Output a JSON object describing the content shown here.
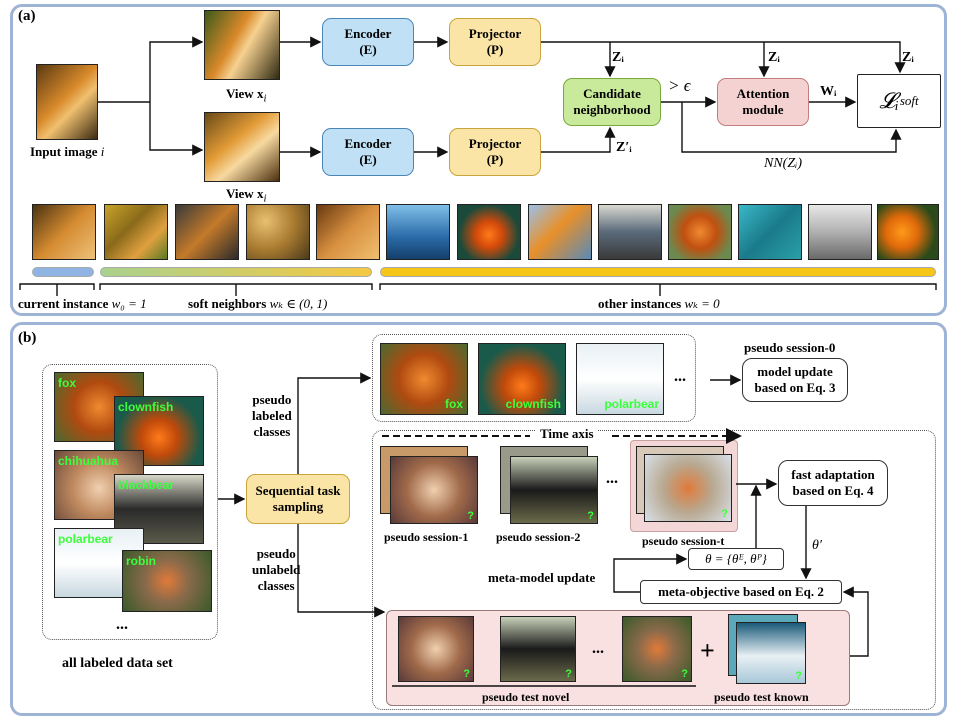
{
  "panel_a": {
    "label": "(a)",
    "input_image": "Input image",
    "input_image_var": "i",
    "view_top": "View",
    "view_top_var": "x",
    "view_top_sub": "i",
    "view_bottom": "View",
    "view_bottom_var": "x",
    "view_bottom_sub": "i",
    "encoder_top": "Encoder",
    "encoder_top_sub": "(E)",
    "encoder_bottom": "Encoder",
    "encoder_bottom_sub": "(E)",
    "projector_top": "Projector",
    "projector_top_sub": "(P)",
    "projector_bottom": "Projector",
    "projector_bottom_sub": "(P)",
    "candidate_line1": "Candidate",
    "candidate_line2": "neighborhood",
    "attention_line1": "Attention",
    "attention_line2": "module",
    "z_label_1": "Zᵢ",
    "z_label_2": "Zᵢ",
    "z_label_3": "Zᵢ",
    "z_prime_label": "Z′ᵢ",
    "epsilon_label": "> ϵ",
    "w_label": "Wᵢ",
    "loss_label": "𝓛ᵢ",
    "loss_sup": "soft",
    "nn_label": "NN(Zᵢ)",
    "current_instance": "current instance",
    "current_weight": "w₀ = 1",
    "soft_neighbors": "soft neighbors",
    "soft_weight": "wₖ ∈ (0, 1)",
    "other_instances": "other instances",
    "other_weight": "wₖ = 0"
  },
  "panel_b": {
    "label": "(b)",
    "dataset_labels": [
      "fox",
      "clownfish",
      "chihuahua",
      "blackbear",
      "polarbear",
      "robin"
    ],
    "dataset_ellipsis": "...",
    "all_labeled": "all labeled data set",
    "pseudo_labeled": [
      "pseudo",
      "labeled",
      "classes"
    ],
    "pseudo_unlabeled": [
      "pseudo",
      "unlabeld",
      "classes"
    ],
    "sequential_line1": "Sequential task",
    "sequential_line2": "sampling",
    "session0_labels": [
      "fox",
      "clownfish",
      "polarbear"
    ],
    "session0_title": "pseudo session-0",
    "model_update_line1": "model update",
    "model_update_line2": "based on Eq. 3",
    "time_axis": "Time axis",
    "session1": "pseudo session-1",
    "session2": "pseudo session-2",
    "session_t": "pseudo session-t",
    "fast_line1": "fast adaptation",
    "fast_line2": "based on Eq. 4",
    "theta_prime": "θ′",
    "theta_eq": "θ = {θᴱ, θᴾ}",
    "meta_model_update": "meta-model update",
    "meta_objective": "meta-objective based on Eq. 2",
    "test_novel": "pseudo test novel",
    "test_known": "pseudo test known",
    "q_mark": "?",
    "ellipsis": "..."
  },
  "colors": {
    "panel_border": "#9db4d6",
    "encoder": "#bfe0f5",
    "projector": "#fbe5a6",
    "candidate": "#c9ea9b",
    "attention": "#f5d2d2",
    "current_bar": "#8fb4e3",
    "soft_bar_start": "#a9d18e",
    "soft_bar_end": "#f5c842",
    "other_bar": "#f5c518",
    "label_green": "#3cff3c",
    "test_panel": "#f9e1e1"
  }
}
